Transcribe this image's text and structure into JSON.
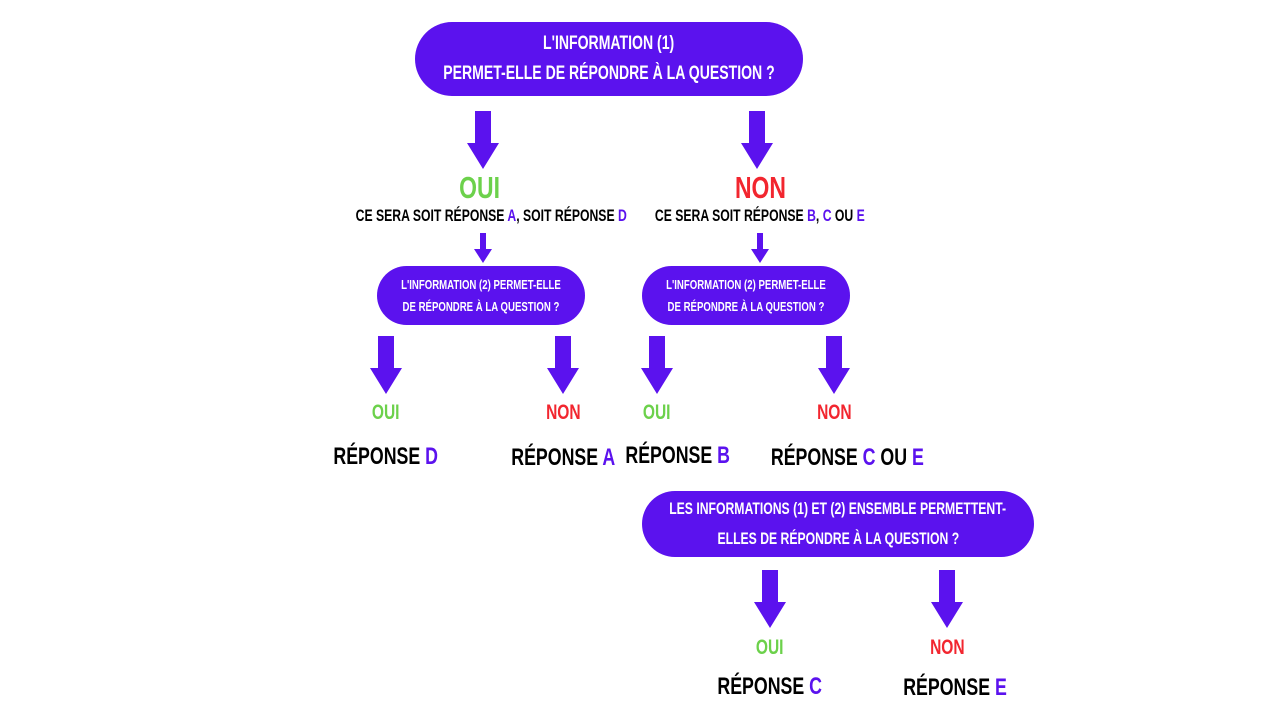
{
  "colors": {
    "accent": "#5b12ee",
    "yes": "#6cd14b",
    "no": "#f2262f",
    "text": "#000000"
  },
  "top_question": {
    "line1": "L'INFORMATION (1)",
    "line2": "PERMET-ELLE DE RÉPONDRE À LA QUESTION ?"
  },
  "branch_yes": {
    "label": "OUI",
    "note_prefix": "CE SERA SOIT RÉPONSE ",
    "note_opt1": "A",
    "note_mid": ", SOIT RÉPONSE ",
    "note_opt2": "D",
    "question_line1": "L'INFORMATION (2) PERMET-ELLE",
    "question_line2": "DE RÉPONDRE À LA QUESTION ?",
    "yes_label": "OUI",
    "no_label": "NON",
    "yes_answer_prefix": "RÉPONSE ",
    "yes_answer_letter": "D",
    "no_answer_prefix": "RÉPONSE ",
    "no_answer_letter": "A"
  },
  "branch_no": {
    "label": "NON",
    "note_prefix": "CE SERA SOIT RÉPONSE ",
    "note_opt1": "B",
    "note_sep": ", ",
    "note_opt2": "C",
    "note_mid": " OU ",
    "note_opt3": "E",
    "question_line1": "L'INFORMATION (2) PERMET-ELLE",
    "question_line2": "DE RÉPONDRE À LA QUESTION ?",
    "yes_label": "OUI",
    "no_label": "NON",
    "yes_answer_prefix": "RÉPONSE ",
    "yes_answer_letter": "B",
    "no_answer_prefix": "RÉPONSE ",
    "no_answer_letter1": "C",
    "no_answer_mid": " OU ",
    "no_answer_letter2": "E"
  },
  "combined": {
    "question_line1": "LES INFORMATIONS (1) ET (2) ENSEMBLE PERMETTENT-",
    "question_line2": "ELLES DE RÉPONDRE À LA QUESTION ?",
    "yes_label": "OUI",
    "no_label": "NON",
    "yes_answer_prefix": "RÉPONSE ",
    "yes_answer_letter": "C",
    "no_answer_prefix": "RÉPONSE ",
    "no_answer_letter": "E"
  }
}
